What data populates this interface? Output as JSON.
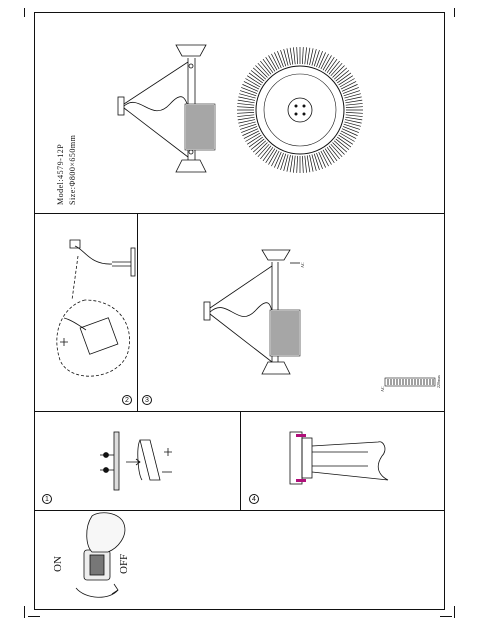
{
  "product": {
    "model_label": "Model:4579-12P",
    "size_label": "Size:Φ800×650mm"
  },
  "steps": {
    "step1": "1",
    "step2": "2",
    "step3": "3",
    "step4": "4"
  },
  "switch": {
    "on_label": "ON",
    "off_label": "OFF"
  },
  "hardware": {
    "hook_tag": "AC",
    "strip_left_tag": "AC",
    "strip_right_tag": "220max"
  },
  "colors": {
    "line": "#111111",
    "accent_screw": "#b0107a"
  }
}
